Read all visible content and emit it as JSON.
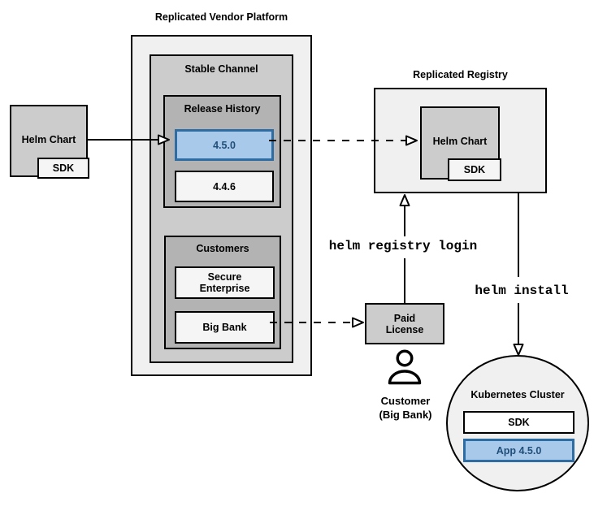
{
  "colors": {
    "line": "#000000",
    "white": "#ffffff",
    "container_fill": "#f0f0f0",
    "group_fill": "#cccccc",
    "subgroup_fill": "#b3b3b3",
    "item_fill": "#f5f5f5",
    "highlight_fill": "#a9c9ea",
    "highlight_border": "#2e6da4",
    "highlight_text": "#1f4e79"
  },
  "vendor_platform": {
    "title": "Replicated Vendor Platform",
    "stable_channel": {
      "label": "Stable Channel",
      "release_history": {
        "label": "Release History",
        "releases": [
          "4.5.0",
          "4.4.6"
        ]
      },
      "customers": {
        "label": "Customers",
        "items": [
          "Secure Enterprise",
          "Big Bank"
        ]
      }
    }
  },
  "source_helm_chart": {
    "label": "Helm Chart",
    "sdk": "SDK"
  },
  "registry": {
    "title": "Replicated Registry",
    "helm_chart": {
      "label": "Helm Chart",
      "sdk": "SDK"
    }
  },
  "paid_license": {
    "label": "Paid License"
  },
  "customer": {
    "name": "Customer",
    "detail": "(Big Bank)"
  },
  "commands": {
    "registry_login": "helm registry login",
    "install": "helm install"
  },
  "kubernetes_cluster": {
    "title": "Kubernetes Cluster",
    "sdk": "SDK",
    "app": "App 4.5.0"
  }
}
